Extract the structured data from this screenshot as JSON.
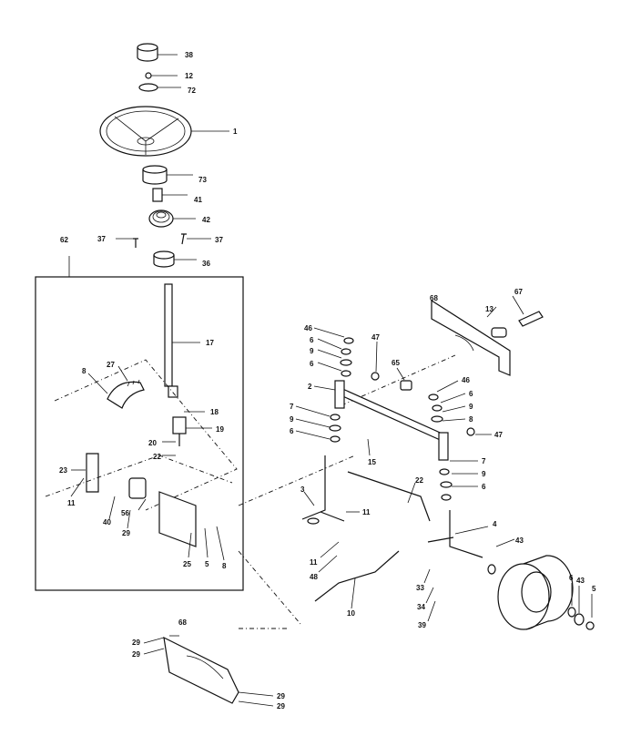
{
  "callouts": [
    {
      "id": "c-38-a",
      "text": "38"
    },
    {
      "id": "c-12-a",
      "text": "12"
    },
    {
      "id": "c-72",
      "text": "72"
    },
    {
      "id": "c-1",
      "text": "1"
    },
    {
      "id": "c-73",
      "text": "73"
    },
    {
      "id": "c-41",
      "text": "41"
    },
    {
      "id": "c-42",
      "text": "42"
    },
    {
      "id": "c-37-a",
      "text": "37"
    },
    {
      "id": "c-37-b",
      "text": "37"
    },
    {
      "id": "c-36",
      "text": "36"
    },
    {
      "id": "c-62",
      "text": "62"
    },
    {
      "id": "c-17",
      "text": "17"
    },
    {
      "id": "c-27",
      "text": "27"
    },
    {
      "id": "c-8-a",
      "text": "8"
    },
    {
      "id": "c-18",
      "text": "18"
    },
    {
      "id": "c-19",
      "text": "19"
    },
    {
      "id": "c-20",
      "text": "20"
    },
    {
      "id": "c-22-a",
      "text": "22"
    },
    {
      "id": "c-23",
      "text": "23"
    },
    {
      "id": "c-11-a",
      "text": "11"
    },
    {
      "id": "c-56",
      "text": "56"
    },
    {
      "id": "c-40",
      "text": "40"
    },
    {
      "id": "c-29",
      "text": "29"
    },
    {
      "id": "c-25",
      "text": "25"
    },
    {
      "id": "c-5",
      "text": "5"
    },
    {
      "id": "c-8-b",
      "text": "8"
    },
    {
      "id": "c-68-a",
      "text": "68"
    },
    {
      "id": "c-13",
      "text": "13"
    },
    {
      "id": "c-67",
      "text": "67"
    },
    {
      "id": "c-46-a",
      "text": "46"
    },
    {
      "id": "c-6-a",
      "text": "6"
    },
    {
      "id": "c-9-a",
      "text": "9"
    },
    {
      "id": "c-6-b",
      "text": "6"
    },
    {
      "id": "c-47-a",
      "text": "47"
    },
    {
      "id": "c-65",
      "text": "65"
    },
    {
      "id": "c-2",
      "text": "2"
    },
    {
      "id": "c-46-b",
      "text": "46"
    },
    {
      "id": "c-6-c",
      "text": "6"
    },
    {
      "id": "c-9-b",
      "text": "9"
    },
    {
      "id": "c-7-a",
      "text": "7"
    },
    {
      "id": "c-9-c",
      "text": "9"
    },
    {
      "id": "c-6-d",
      "text": "6"
    },
    {
      "id": "c-8-c",
      "text": "8"
    },
    {
      "id": "c-47-b",
      "text": "47"
    },
    {
      "id": "c-15",
      "text": "15"
    },
    {
      "id": "c-7-b",
      "text": "7"
    },
    {
      "id": "c-9-d",
      "text": "9"
    },
    {
      "id": "c-6-e",
      "text": "6"
    },
    {
      "id": "c-3",
      "text": "3"
    },
    {
      "id": "c-22-b",
      "text": "22"
    },
    {
      "id": "c-11-b",
      "text": "11"
    },
    {
      "id": "c-11-c",
      "text": "11"
    },
    {
      "id": "c-48",
      "text": "48"
    },
    {
      "id": "c-10",
      "text": "10"
    },
    {
      "id": "c-4",
      "text": "4"
    },
    {
      "id": "c-43-a",
      "text": "43"
    },
    {
      "id": "c-33",
      "text": "33"
    },
    {
      "id": "c-34",
      "text": "34"
    },
    {
      "id": "c-39",
      "text": "39"
    },
    {
      "id": "c-6-f",
      "text": "6"
    },
    {
      "id": "c-43-b",
      "text": "43"
    },
    {
      "id": "c-5-b",
      "text": "5"
    },
    {
      "id": "c-68-b",
      "text": "68"
    },
    {
      "id": "c-29-a",
      "text": "29"
    },
    {
      "id": "c-29-b",
      "text": "29"
    },
    {
      "id": "c-29-c",
      "text": "29"
    },
    {
      "id": "c-29-d",
      "text": "29"
    }
  ]
}
